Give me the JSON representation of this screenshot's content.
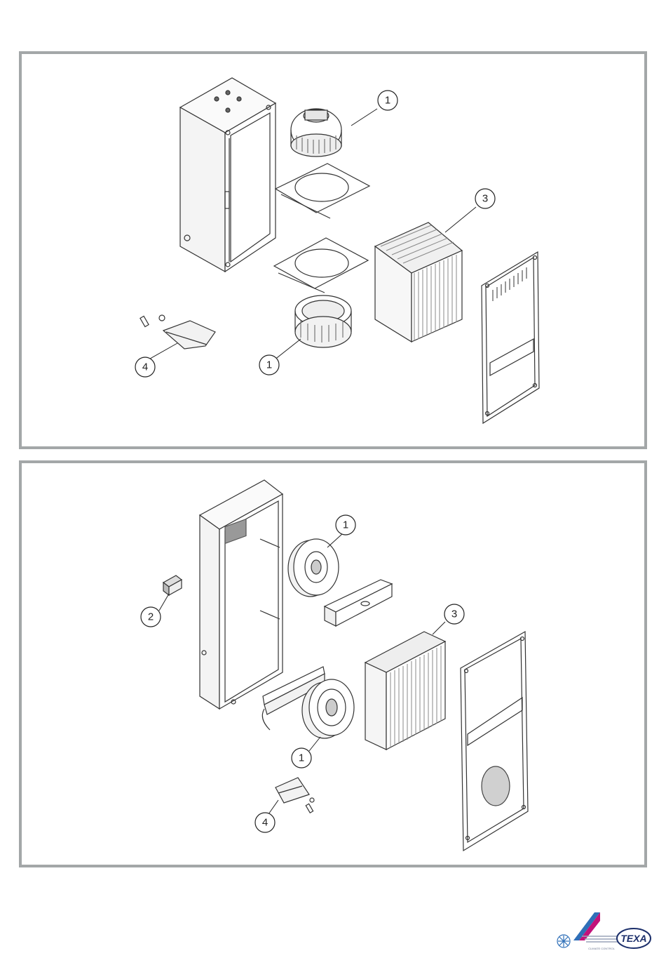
{
  "panels": [
    {
      "callouts": [
        {
          "id": "fan-top",
          "label": "1"
        },
        {
          "id": "heat-exchanger",
          "label": "3"
        },
        {
          "id": "fan-bottom",
          "label": "1"
        },
        {
          "id": "accessory-kit",
          "label": "4"
        }
      ]
    },
    {
      "callouts": [
        {
          "id": "fan-top",
          "label": "1"
        },
        {
          "id": "thermostat",
          "label": "2"
        },
        {
          "id": "heat-exchanger",
          "label": "3"
        },
        {
          "id": "fan-bottom",
          "label": "1"
        },
        {
          "id": "accessory-kit",
          "label": "4"
        }
      ]
    }
  ],
  "logo": {
    "brand": "TEXA",
    "tagline": "CLIMATE CONTROL",
    "colors": {
      "magenta": "#c2127a",
      "blue": "#2f6fb8",
      "navy": "#1c2f6b"
    }
  }
}
